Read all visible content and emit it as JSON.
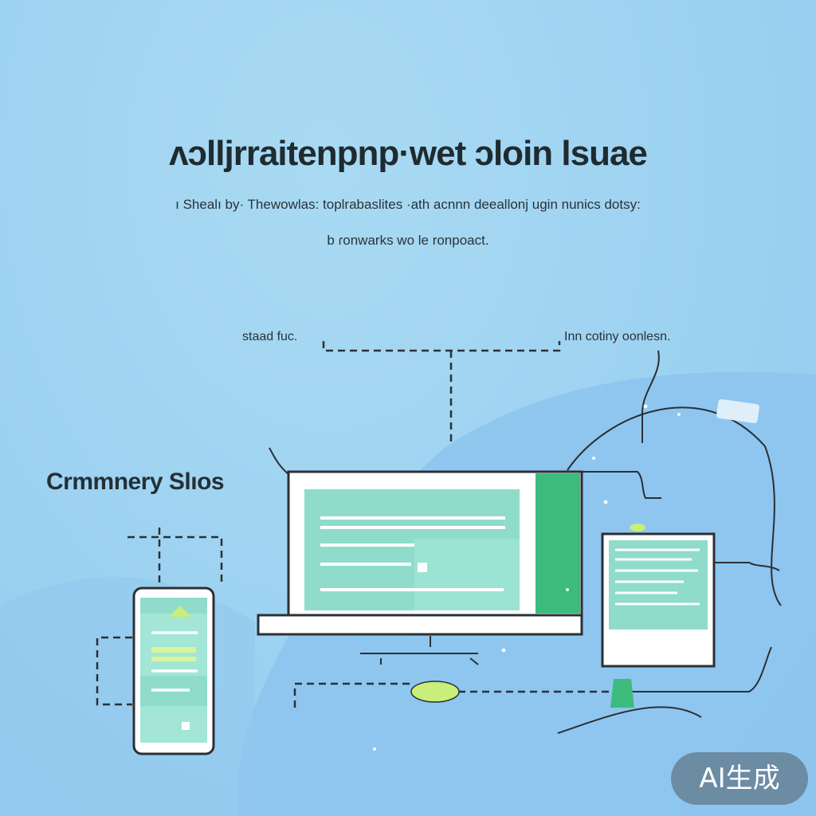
{
  "heading": {
    "title": "ʌɔlljrraitenpnp·wet ɔloin lsuae",
    "subtitle_line1": "ı Shealı by·  Thewowlas: toplrabaslites ·ath acnnn deeallonj  ugin nunics dotsy:",
    "subtitle_line2": "b ɾonwarks wo le ronpoact."
  },
  "labels": {
    "left": "staad fuc.",
    "right": "Inn cotiny oonlesn."
  },
  "side_title": "Crmmnery Slıos",
  "badge": "AI生成",
  "colors": {
    "background": "#9fd3f1",
    "screen_fill": "#8fdccb",
    "accent_green": "#3dbb7c",
    "lime": "#c9ee7a",
    "outline": "#2b3034"
  }
}
